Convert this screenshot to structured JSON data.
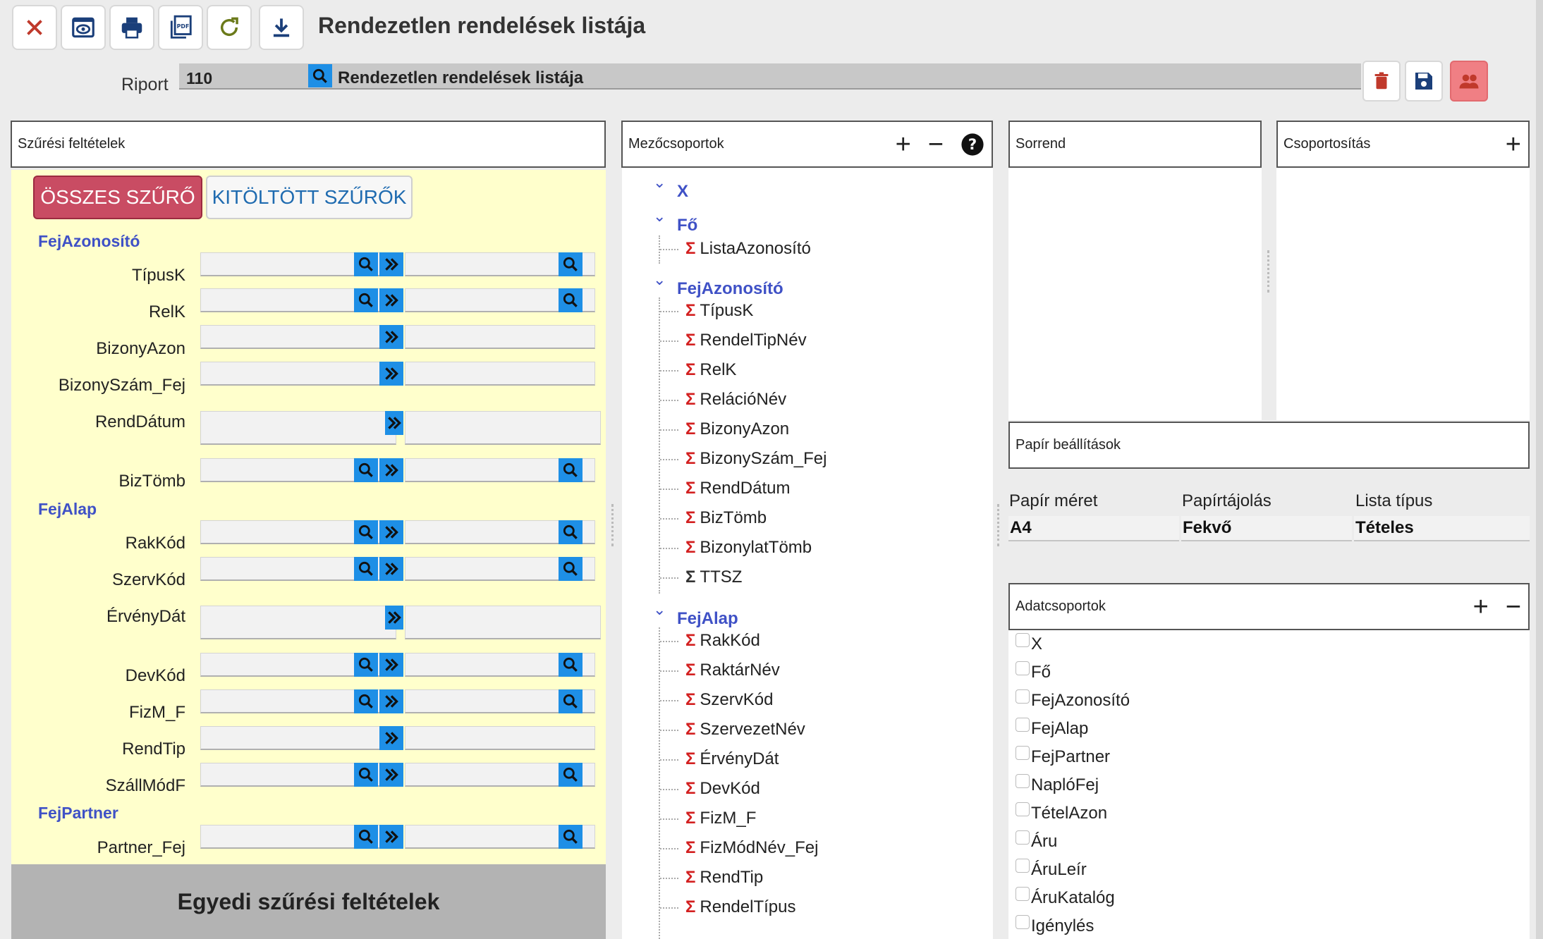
{
  "app": {
    "title": "Rendezetlen rendelések listája"
  },
  "riport": {
    "label": "Riport",
    "code": "110",
    "name": "Rendezetlen rendelések listája"
  },
  "colors": {
    "accent": "#1e8fe6",
    "danger": "#c94c63",
    "group": "#3f51c6",
    "filter_bg": "#ffffcc"
  },
  "toolbar": {
    "icons": [
      "close-icon",
      "preview-icon",
      "print-icon",
      "pdf-icon",
      "refresh-icon",
      "download-icon"
    ]
  },
  "actions": {
    "icons": [
      "trash-icon",
      "save-icon",
      "users-icon"
    ]
  },
  "filter_panel": {
    "title": "Szűrési feltételek",
    "tab_all": "ÖSSZES SZŰRŐ",
    "tab_filled": "KITÖLTÖTT SZŰRŐK",
    "groups": [
      "FejAzonosító",
      "FejAlap",
      "FejPartner"
    ],
    "fields": [
      "TípusK",
      "RelK",
      "BizonyAzon",
      "BizonySzám_Fej",
      "RendDátum",
      "BizTömb",
      "RakKód",
      "SzervKód",
      "ÉrvényDát",
      "DevKód",
      "FizM_F",
      "RendTip",
      "SzállMódF",
      "Partner_Fej"
    ],
    "custom": "Egyedi szűrési feltételek"
  },
  "field_groups": {
    "title": "Mezőcsoportok",
    "groups": [
      "X",
      "Fő",
      "FejAzonosító",
      "FejAlap"
    ],
    "items": {
      "fo": [
        "ListaAzonosító"
      ],
      "fejazon": [
        "TípusK",
        "RendelTipNév",
        "RelK",
        "RelációNév",
        "BizonyAzon",
        "BizonySzám_Fej",
        "RendDátum",
        "BizTömb",
        "BizonylatTömb",
        "TTSZ"
      ],
      "fejalap": [
        "RakKód",
        "RaktárNév",
        "SzervKód",
        "SzervezetNév",
        "ÉrvényDát",
        "DevKód",
        "FizM_F",
        "FizMódNév_Fej",
        "RendTip",
        "RendelTípus"
      ]
    }
  },
  "sort_panel": {
    "title": "Sorrend"
  },
  "group_panel": {
    "title": "Csoportosítás"
  },
  "paper": {
    "title": "Papír beállítások",
    "size_label": "Papír méret",
    "size_value": "A4",
    "orient_label": "Papírtájolás",
    "orient_value": "Fekvő",
    "type_label": "Lista típus",
    "type_value": "Tételes"
  },
  "data_groups": {
    "title": "Adatcsoportok",
    "items": [
      "X",
      "Fő",
      "FejAzonosító",
      "FejAlap",
      "FejPartner",
      "NaplóFej",
      "TételAzon",
      "Áru",
      "ÁruLeír",
      "ÁruKatalóg",
      "Igénylés"
    ]
  }
}
